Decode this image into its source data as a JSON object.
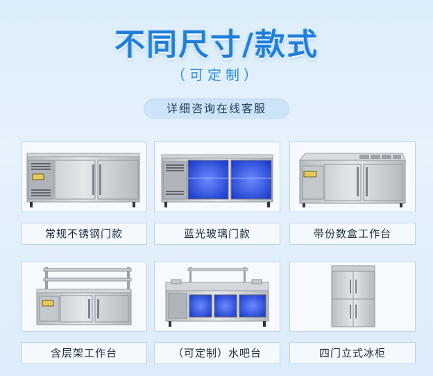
{
  "header": {
    "title": "不同尺寸/款式",
    "subtitle": "（可定制）",
    "consult": "详细咨询在线客服"
  },
  "products": [
    {
      "label": "常规不锈钢门款",
      "icon": "stainless-counter-fridge-icon"
    },
    {
      "label": "蓝光玻璃门款",
      "icon": "blue-glass-door-fridge-icon"
    },
    {
      "label": "带份数盒工作台",
      "icon": "pan-workbench-icon"
    },
    {
      "label": "含层架工作台",
      "icon": "shelf-workbench-icon"
    },
    {
      "label": "（可定制）水吧台",
      "icon": "water-bar-counter-icon"
    },
    {
      "label": "四门立式冰柜",
      "icon": "four-door-upright-freezer-icon"
    }
  ],
  "colors": {
    "title": "#1f7fdc",
    "steel": "#c9ced3",
    "glass": "#1f4fe0",
    "border": "#b7d3ef"
  }
}
